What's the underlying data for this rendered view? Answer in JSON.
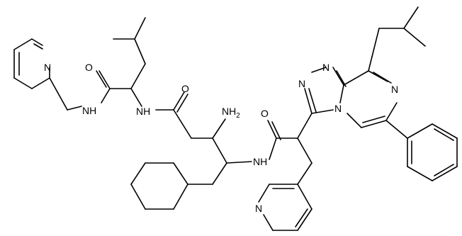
{
  "atoms": {
    "n_pyridine_left": "N",
    "o_leu": "O",
    "nh_left": "NH",
    "nh_mid": "NH",
    "o_gly": "O",
    "nh2_n": "NH",
    "nh2_sub": "2",
    "o_right": "O",
    "nh_right": "NH",
    "n_tri_1": "N",
    "n_tri_2": "N",
    "n_tri_3": "N",
    "n_pyrazine": "N",
    "n_pyridine_bottom": "N"
  }
}
